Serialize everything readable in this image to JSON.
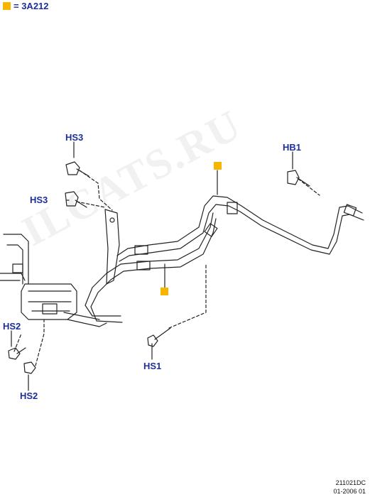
{
  "legend": {
    "text": "= 3A212",
    "swatch_color": "#f7b500"
  },
  "callouts": {
    "hs3_top": "HS3",
    "hs3_mid": "HS3",
    "hb1": "HB1",
    "hs2_left": "HS2",
    "hs2_bottom": "HS2",
    "hs1": "HS1"
  },
  "footer": {
    "line1": "211021DC",
    "line2": "01-2006 01"
  },
  "watermark": "ILCATS.RU",
  "colors": {
    "callout": "#1c2f9c",
    "marker": "#f7b500",
    "line": "#222222"
  }
}
